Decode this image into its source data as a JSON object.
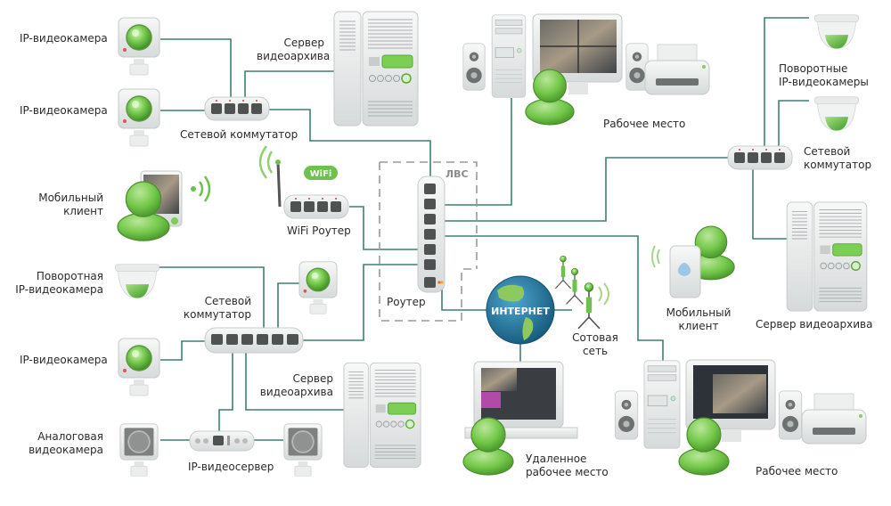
{
  "diagram": {
    "type": "network-topology",
    "line_color": "#3f7f72",
    "accent_green": "#6cc24a",
    "device_gray": "#e4e6e6",
    "labels": {
      "ip_camera_1": "IP-видеокамера",
      "ip_camera_2": "IP-видеокамера",
      "switch_top": "Сетевой коммутатор",
      "server_top_l1": "Сервер",
      "server_top_l2": "видеоархива",
      "workstation_top": "Рабочее место",
      "ptz_cameras_l1": "Поворотные",
      "ptz_cameras_l2": "IP-видеокамеры",
      "switch_right_l1": "Сетевой",
      "switch_right_l2": "коммутатор",
      "mobile_left_l1": "Мобильный",
      "mobile_left_l2": "клиент",
      "wifi_badge": "WiFi",
      "wifi_router": "WiFi Роутер",
      "lan": "ЛВС",
      "router": "Роутер",
      "ptz_camera_l1": "Поворотная",
      "ptz_camera_l2": "IP-видеокамера",
      "switch_left_l1": "Сетевой",
      "switch_left_l2": "коммутатор",
      "ip_camera_3": "IP-видеокамера",
      "server_bottom_l1": "Сервер",
      "server_bottom_l2": "видеоархива",
      "analog_camera_l1": "Аналоговая",
      "analog_camera_l2": "видеокамера",
      "ip_videoserver": "IP-видеосервер",
      "internet": "ИНТЕРНЕТ",
      "cellular_l1": "Сотовая",
      "cellular_l2": "сеть",
      "mobile_right_l1": "Мобильный",
      "mobile_right_l2": "клиент",
      "server_right": "Сервер видеоархива",
      "remote_ws_l1": "Удаленное",
      "remote_ws_l2": "рабочее место",
      "workstation_bottom": "Рабочее место"
    }
  }
}
